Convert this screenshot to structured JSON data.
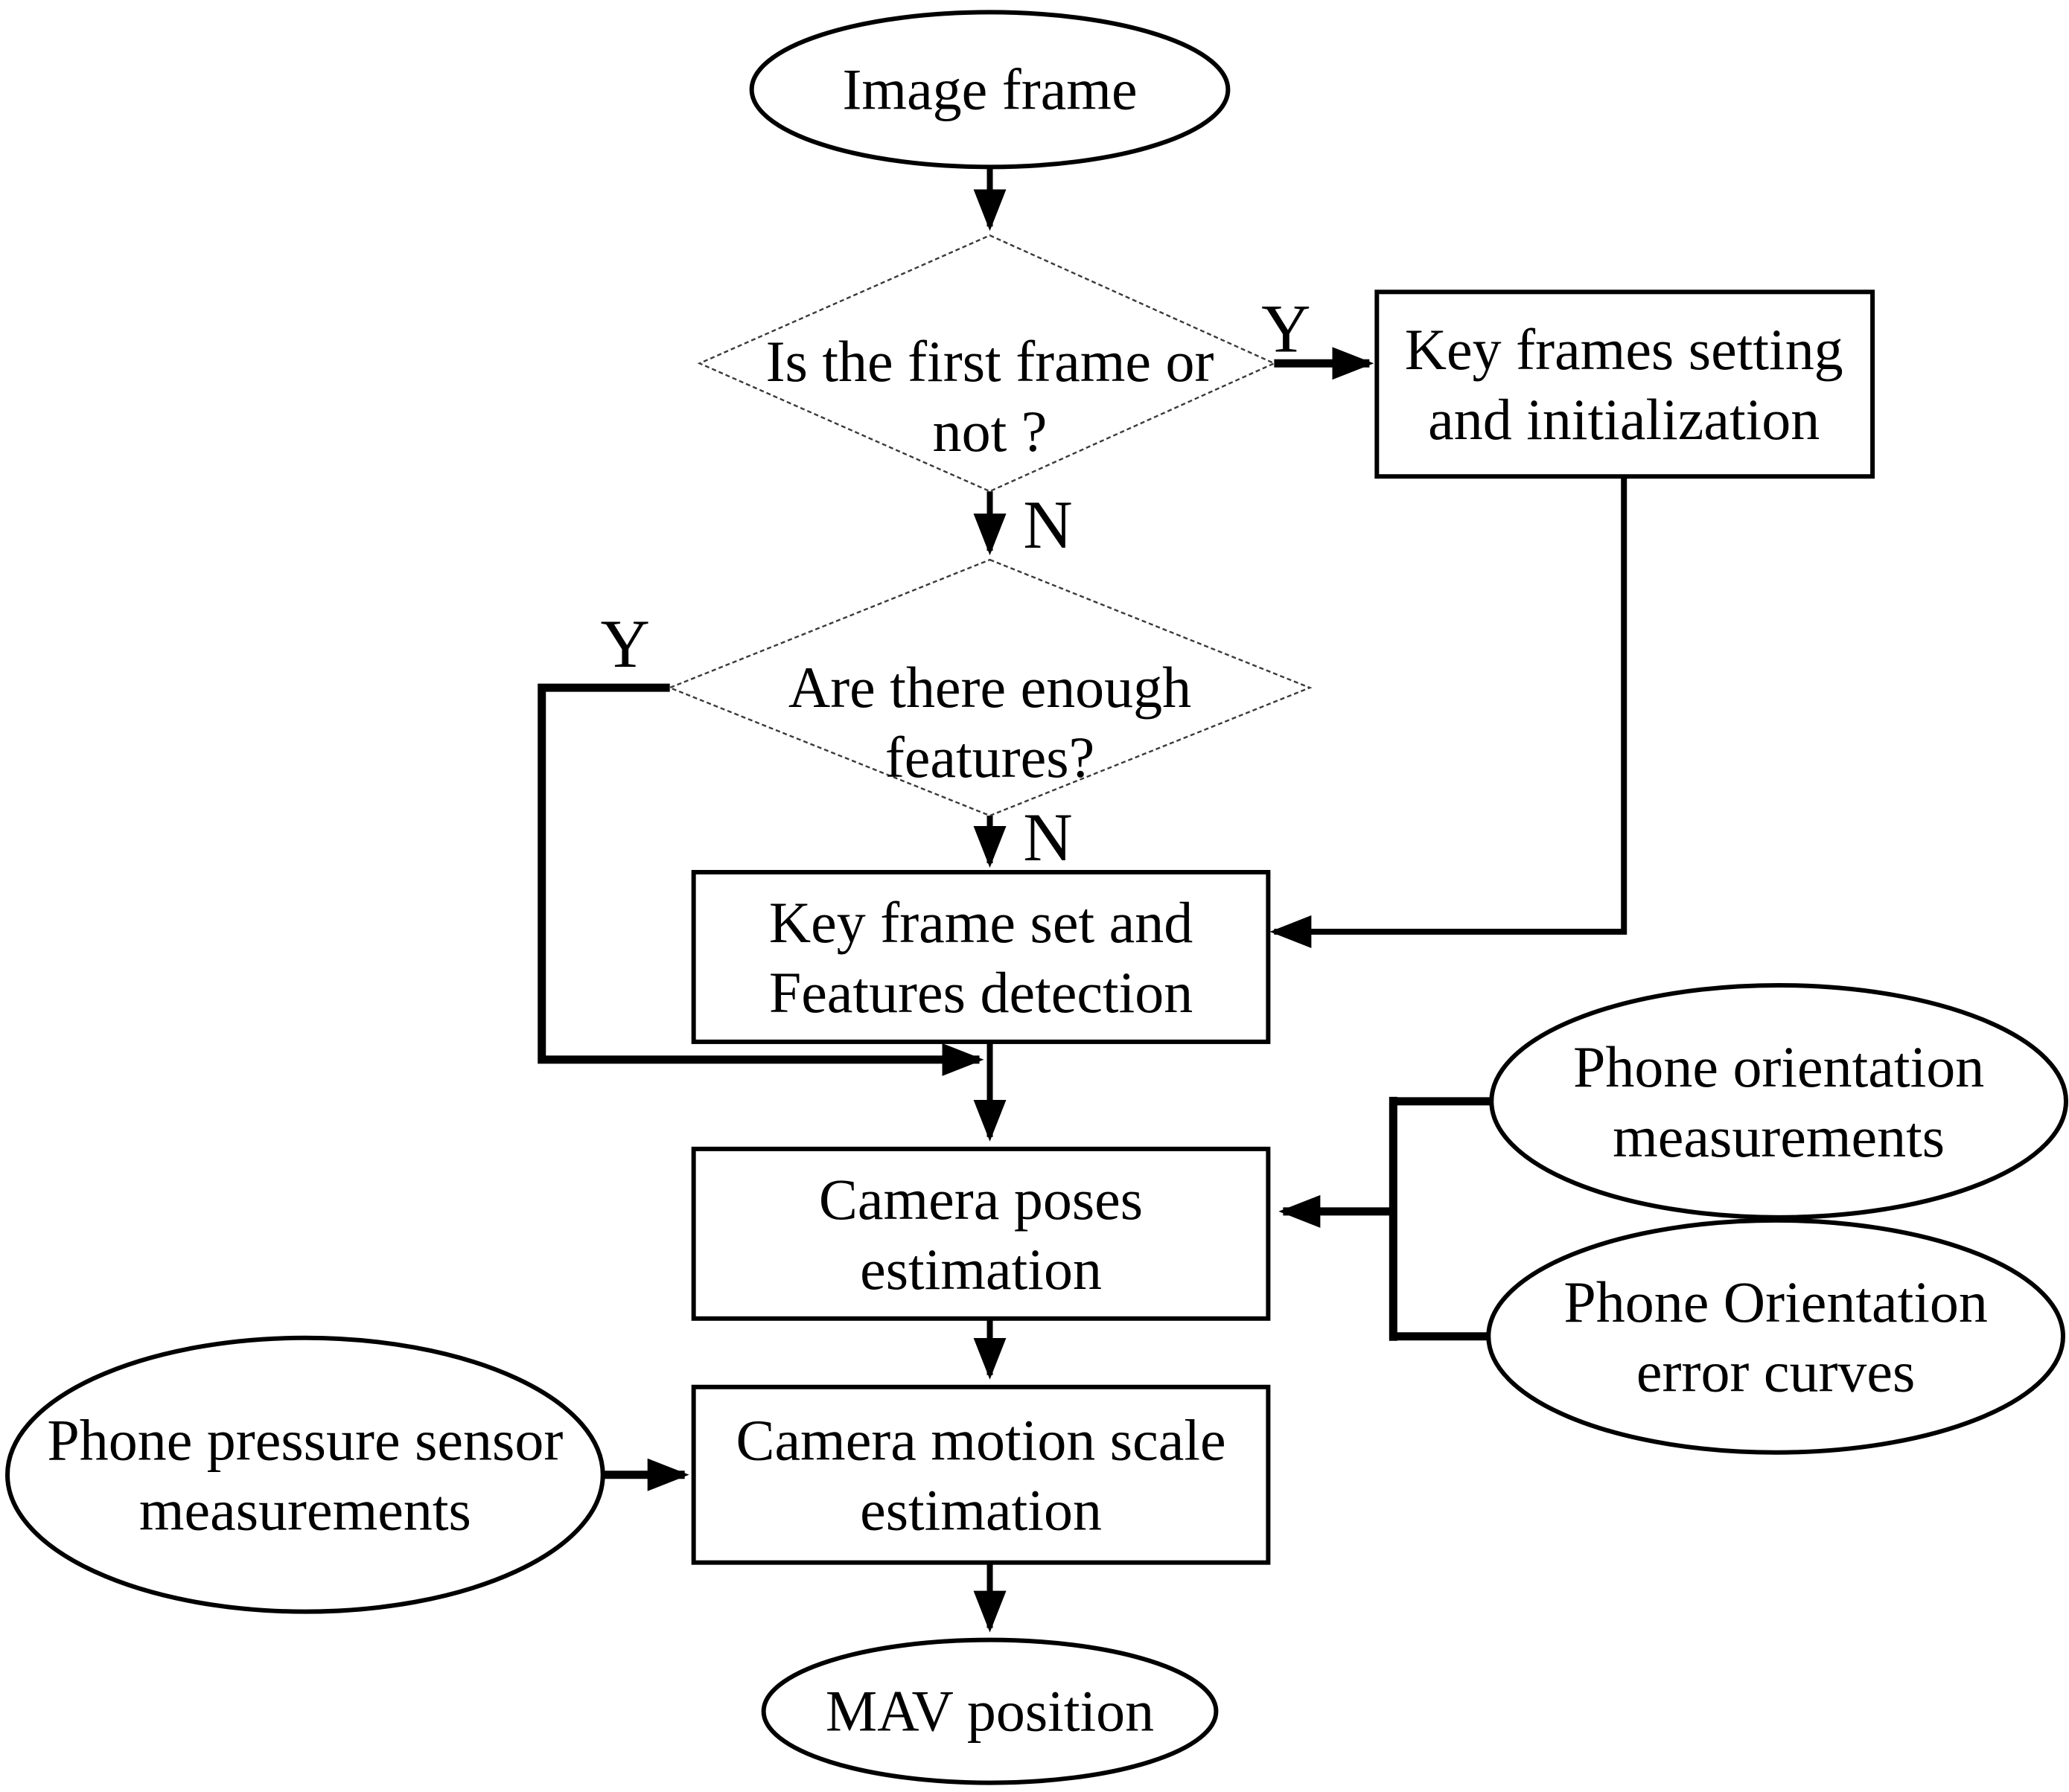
{
  "diagram_type": "flowchart",
  "nodes": {
    "image_frame": {
      "shape": "ellipse",
      "label": "Image frame"
    },
    "first_frame_decision": {
      "shape": "diamond",
      "line1": "Is the first frame or",
      "line2": "not ?"
    },
    "key_frames_setting": {
      "shape": "rect",
      "line1": "Key frames setting",
      "line2": "and initialization"
    },
    "enough_features_decision": {
      "shape": "diamond",
      "line1": "Are there enough",
      "line2": "features?"
    },
    "key_frame_set": {
      "shape": "rect",
      "line1": "Key frame set and",
      "line2": "Features detection"
    },
    "camera_poses_estimation": {
      "shape": "rect",
      "line1": "Camera poses",
      "line2": "estimation"
    },
    "camera_motion_scale_estimation": {
      "shape": "rect",
      "line1": "Camera motion scale",
      "line2": "estimation"
    },
    "mav_position": {
      "shape": "ellipse",
      "label": "MAV position"
    },
    "phone_orientation_measurements": {
      "shape": "ellipse",
      "line1": "Phone orientation",
      "line2": "measurements"
    },
    "phone_orientation_error_curves": {
      "shape": "ellipse",
      "line1": "Phone Orientation",
      "line2": "error curves"
    },
    "phone_pressure_sensor": {
      "shape": "ellipse",
      "line1": "Phone pressure sensor",
      "line2": "measurements"
    }
  },
  "edge_labels": {
    "first_frame_yes": "Y",
    "first_frame_no": "N",
    "enough_features_yes": "Y",
    "enough_features_no": "N"
  },
  "colors": {
    "line": "#000000",
    "diamond_stroke": "#3a3a3a",
    "background": "#ffffff"
  }
}
